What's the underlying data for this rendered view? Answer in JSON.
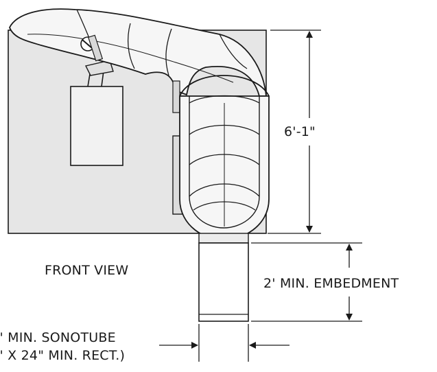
{
  "labels": {
    "view_title": "FRONT VIEW",
    "height_dim": "6'-1\"",
    "embedment_dim": "2' MIN. EMBEDMENT",
    "footing_line1": "\" MIN. SONOTUBE",
    "footing_line2": "\" X 24\" MIN. RECT.)"
  },
  "colors": {
    "line": "#1a1a1a",
    "panel": "#e6e6e6",
    "slide": "#f6f6f6",
    "background": "#ffffff"
  }
}
